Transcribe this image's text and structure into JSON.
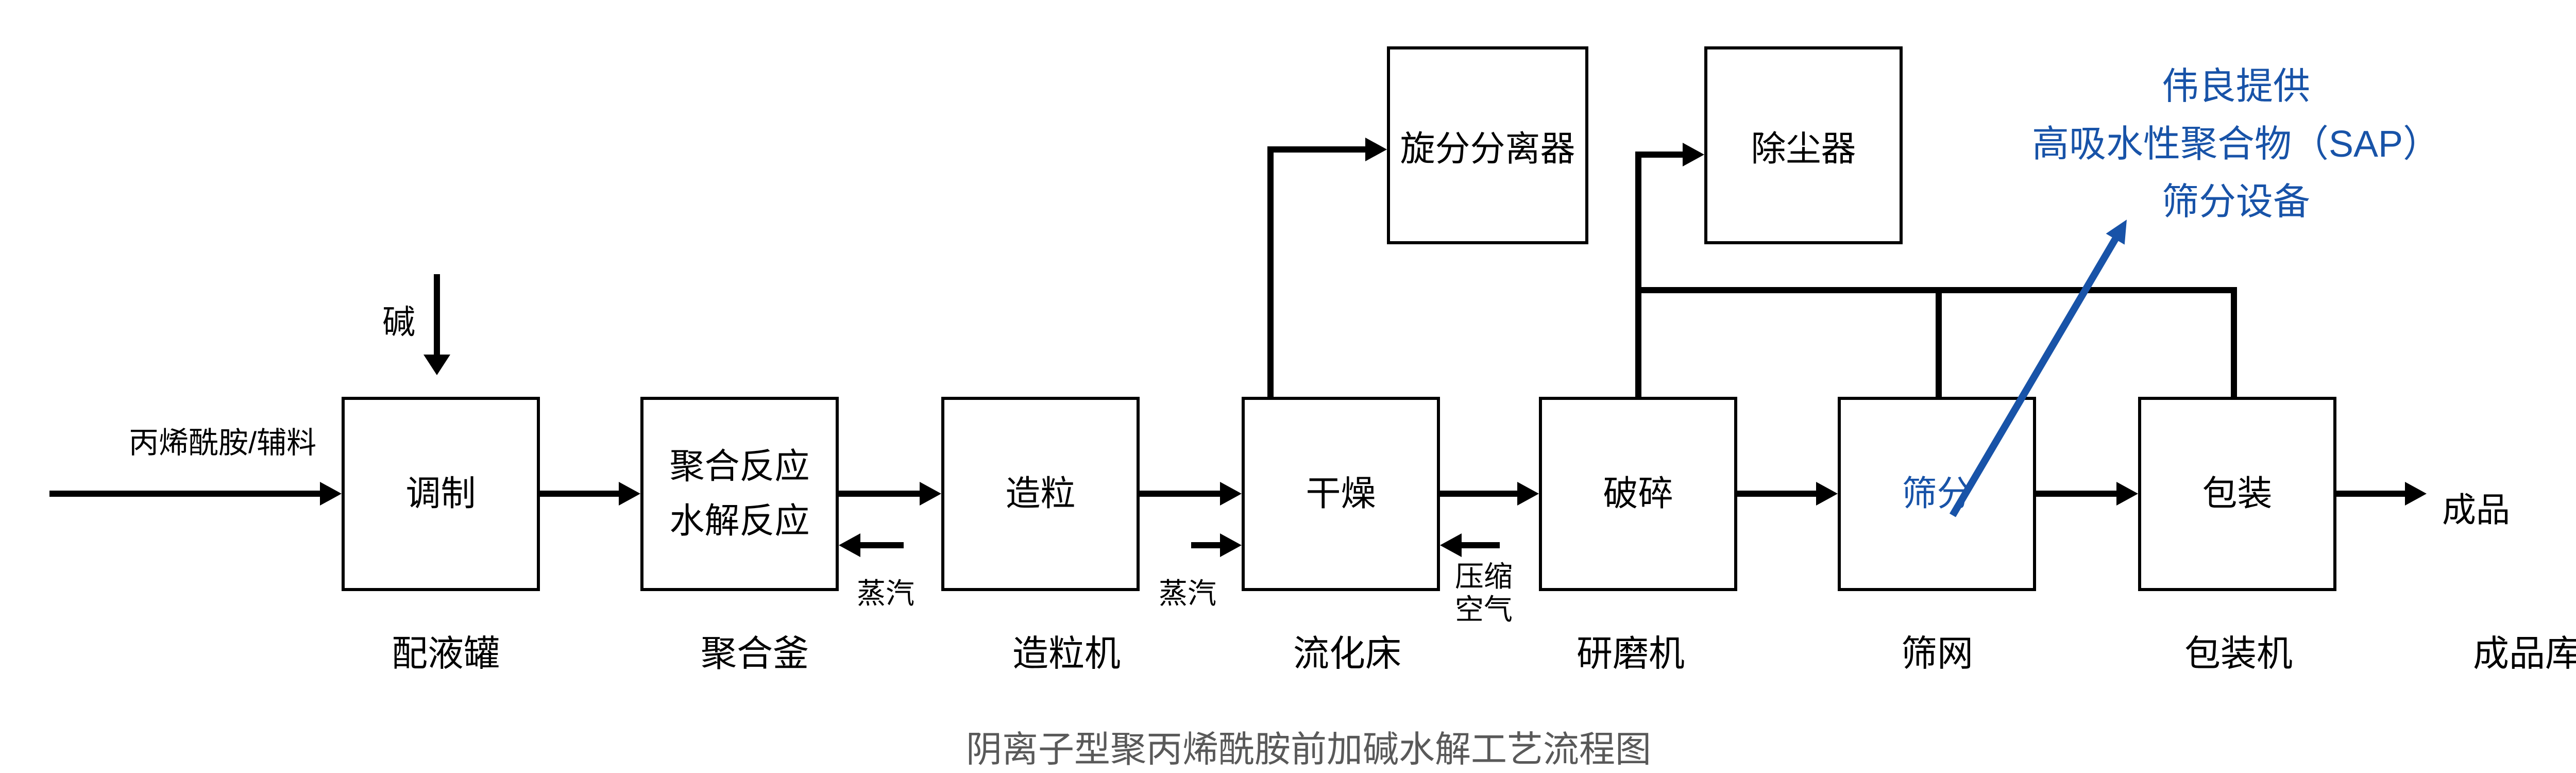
{
  "diagram_title": "阴离子型聚丙烯酰胺前加碱水解工艺流程图",
  "colors": {
    "accent_blue": "#1853A8",
    "line_black": "#000000",
    "title_gray": "#595959"
  },
  "inputs": {
    "feed_label": "丙烯酰胺/辅料",
    "alkali_label": "碱"
  },
  "steps": [
    {
      "name_lines": [
        "调制"
      ],
      "equipment": "配液罐"
    },
    {
      "name_lines": [
        "聚合反应",
        "水解反应"
      ],
      "equipment": "聚合釜"
    },
    {
      "name_lines": [
        "造粒"
      ],
      "equipment": "造粒机"
    },
    {
      "name_lines": [
        "干燥"
      ],
      "equipment": "流化床"
    },
    {
      "name_lines": [
        "破碎"
      ],
      "equipment": "研磨机"
    },
    {
      "name_lines": [
        "筛分"
      ],
      "equipment": "筛网",
      "highlighted": true
    },
    {
      "name_lines": [
        "包装"
      ],
      "equipment": "包装机"
    }
  ],
  "top_equipment": [
    {
      "label": "旋分分离器"
    },
    {
      "label": "除尘器"
    }
  ],
  "utilities": {
    "steam_to_reactor": "蒸汽",
    "steam_to_dryer": "蒸汽",
    "compressed_air_lines": [
      "压缩",
      "空气"
    ]
  },
  "output": {
    "product_label": "成品",
    "warehouse_label": "成品库"
  },
  "annotation": {
    "lines": [
      "伟良提供",
      "高吸水性聚合物（SAP）",
      "筛分设备"
    ]
  }
}
